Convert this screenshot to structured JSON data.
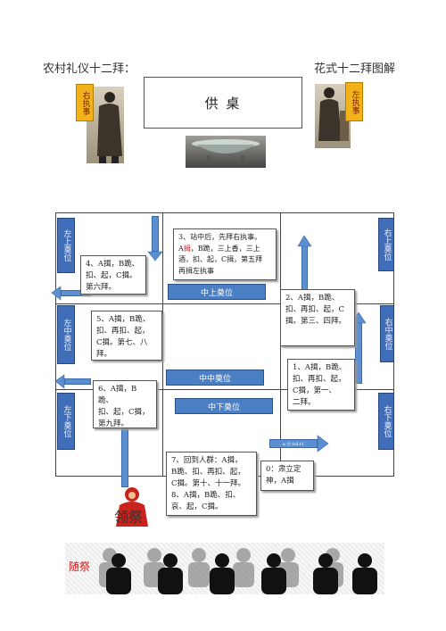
{
  "header": {
    "left_title": "农村礼仪十二拜：",
    "right_title": "花式十二拜图解"
  },
  "altar": {
    "label": "供  桌"
  },
  "left_attendant": {
    "label": "右执事"
  },
  "right_attendant": {
    "label": "左执事"
  },
  "seats": {
    "left_top": "左上奠位",
    "left_mid": "左中奠位",
    "left_bot": "左下奠位",
    "right_top": "右上奠位",
    "right_mid": "右中奠位",
    "right_bot": "右下奠位",
    "center_top": "中上奠位",
    "center_mid": "中中奠位",
    "center_bot": "中下奠位"
  },
  "steps": {
    "s3_a": "3、站中后，先拜右执事。",
    "s3_b_pre": "A",
    "s3_b_red": "揖",
    "s3_b_post": "，B跪，三上香，三上",
    "s3_c": "酒，扣、起，C揖，第五拜",
    "s3_d": "再揖左执事",
    "s4_a": "4、A揖，B跪、",
    "s4_b": "扣、起，C揖。",
    "s4_c": "第六拜。",
    "s2_a": "2、A揖，B跪、",
    "s2_b": "扣、再扣、起，C",
    "s2_c": "揖。第三、四拜。",
    "s5_a": "5、A揖，B跪、",
    "s5_b": "扣、再扣、起，",
    "s5_c": "C揖。第七、八",
    "s5_d": "拜。",
    "s1_a": "1、A揖，B跪、",
    "s1_b": "扣、再扣、起，",
    "s1_c": "C揖，第一、",
    "s1_d": "二拜。",
    "s6_a": "6、A揖，B跪、",
    "s6_b": "扣、起，C揖，",
    "s6_c": "第九拜。",
    "s7_a": "7、回到人群：A揖，",
    "s7_b": "B跪、扣、再扣、起，",
    "s7_c": "C揖。第十、十一拜。",
    "s8_a": "8、A揖，B跪、扣、",
    "s8_b": "哀、起，C揖。",
    "s0_a": "0：肃立定",
    "s0_b": "神，A揖",
    "small_arrow_label": "a     小·bd·t1"
  },
  "lead": {
    "label": "领祭"
  },
  "followers": {
    "label": "随祭"
  },
  "colors": {
    "accent_blue": "#4a7fc4",
    "tag_orange": "#f2b21a",
    "red": "#d11a1a"
  }
}
